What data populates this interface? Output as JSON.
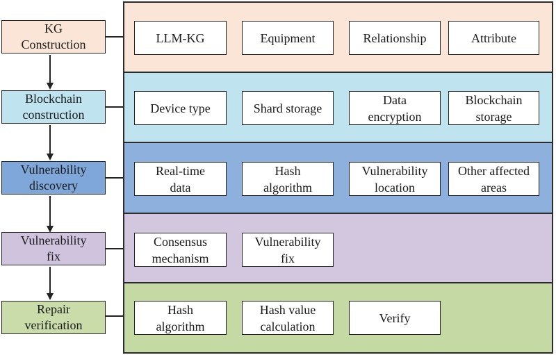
{
  "colors": {
    "stage1_bg": "#fbe5d6",
    "stage2_bg": "#bfe4f0",
    "stage3_bg": "#7fa7d9",
    "stage4_bg": "#cfc3de",
    "stage5_bg": "#c9dcaa",
    "band1_bg": "#fbe5d6",
    "band2_bg": "#bfe4f0",
    "band3_bg": "#8db0dd",
    "band4_bg": "#d3c7e0",
    "band5_bg": "#c5d9a5",
    "line": "#222222"
  },
  "stages": [
    {
      "label": "KG\nConstruction",
      "items": [
        "LLM-KG",
        "Equipment",
        "Relationship",
        "Attribute"
      ]
    },
    {
      "label": "Blockchain\nconstruction",
      "items": [
        "Device type",
        "Shard storage",
        "Data\nencryption",
        "Blockchain\nstorage"
      ]
    },
    {
      "label": "Vulnerability\ndiscovery",
      "items": [
        "Real-time\ndata",
        "Hash\nalgorithm",
        "Vulnerability\nlocation",
        "Other affected\nareas"
      ]
    },
    {
      "label": "Vulnerability\nfix",
      "items": [
        "Consensus\nmechanism",
        "Vulnerability\nfix"
      ]
    },
    {
      "label": "Repair\nverification",
      "items": [
        "Hash\nalgorithm",
        "Hash value\ncalculation",
        "Verify"
      ]
    }
  ]
}
